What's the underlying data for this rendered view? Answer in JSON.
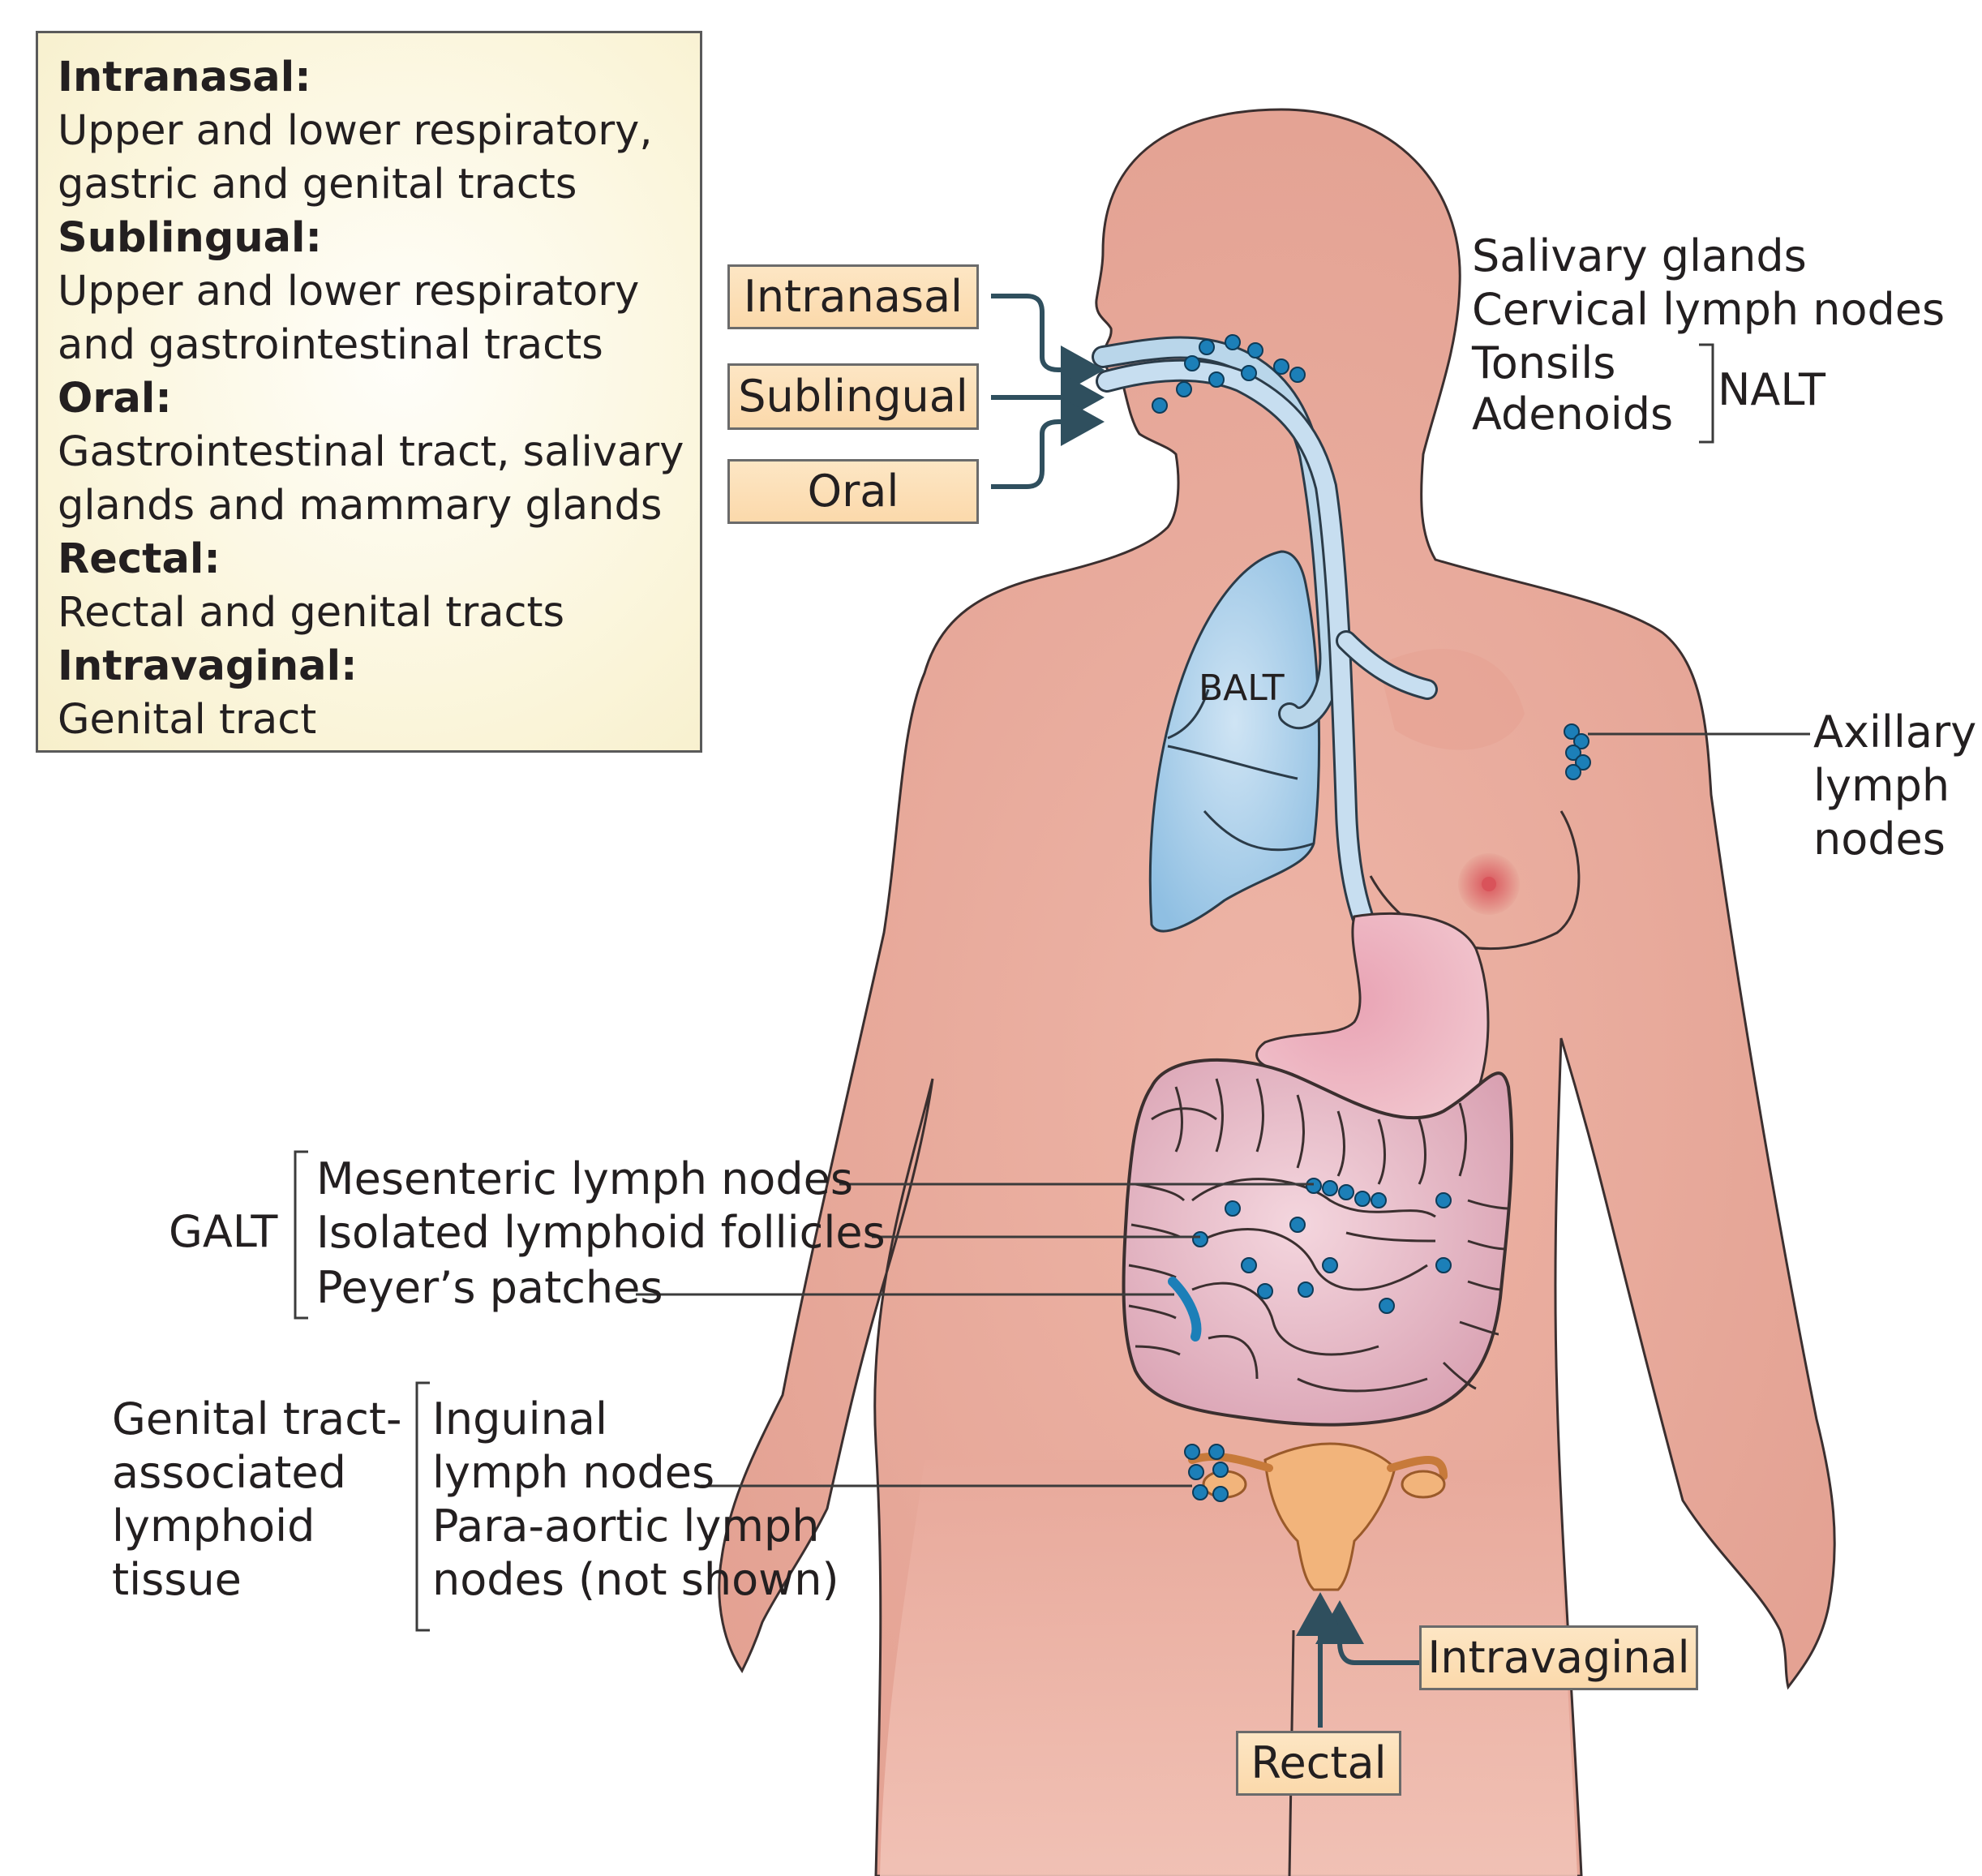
{
  "info_box": {
    "entries": [
      {
        "heading": "Intranasal:",
        "lines": [
          "Upper and lower respiratory,",
          "gastric and genital tracts"
        ]
      },
      {
        "heading": "Sublingual:",
        "lines": [
          "Upper and lower respiratory",
          "and gastrointestinal tracts"
        ]
      },
      {
        "heading": "Oral:",
        "lines": [
          "Gastrointestinal tract, salivary",
          "glands and mammary glands"
        ]
      },
      {
        "heading": "Rectal:",
        "lines": [
          "Rectal and genital tracts"
        ]
      },
      {
        "heading": "Intravaginal:",
        "lines": [
          "Genital tract"
        ]
      }
    ]
  },
  "routes": {
    "intranasal": "Intranasal",
    "sublingual": "Sublingual",
    "oral": "Oral",
    "intravaginal": "Intravaginal",
    "rectal": "Rectal"
  },
  "head_labels": {
    "salivary": "Salivary glands",
    "cervical": "Cervical lymph nodes",
    "tonsils": "Tonsils",
    "adenoids": "Adenoids",
    "nalt": "NALT"
  },
  "balt": "BALT",
  "axillary": [
    "Axillary",
    "lymph",
    "nodes"
  ],
  "galt": {
    "group": "GALT",
    "items": [
      "Mesenteric lymph nodes",
      "Isolated lymphoid follicles",
      "Peyer’s patches"
    ]
  },
  "genital": {
    "group": [
      "Genital tract-",
      "associated",
      "lymphoid",
      "tissue"
    ],
    "items": [
      "Inguinal",
      "lymph nodes",
      "Para-aortic lymph",
      "nodes (not shown)"
    ]
  },
  "colors": {
    "skin": "#e8a99b",
    "skin_outline": "#3b2f2f",
    "lung": "#a9cde9",
    "airway": "#b9d6ea",
    "lymph_node": "#1c7fb8",
    "arrow": "#2f4f5e",
    "route_box": "#fbd9ab",
    "info_box": "#fbf6dd",
    "intestine": "#e6b6c4",
    "uterus": "#f2b47b"
  }
}
